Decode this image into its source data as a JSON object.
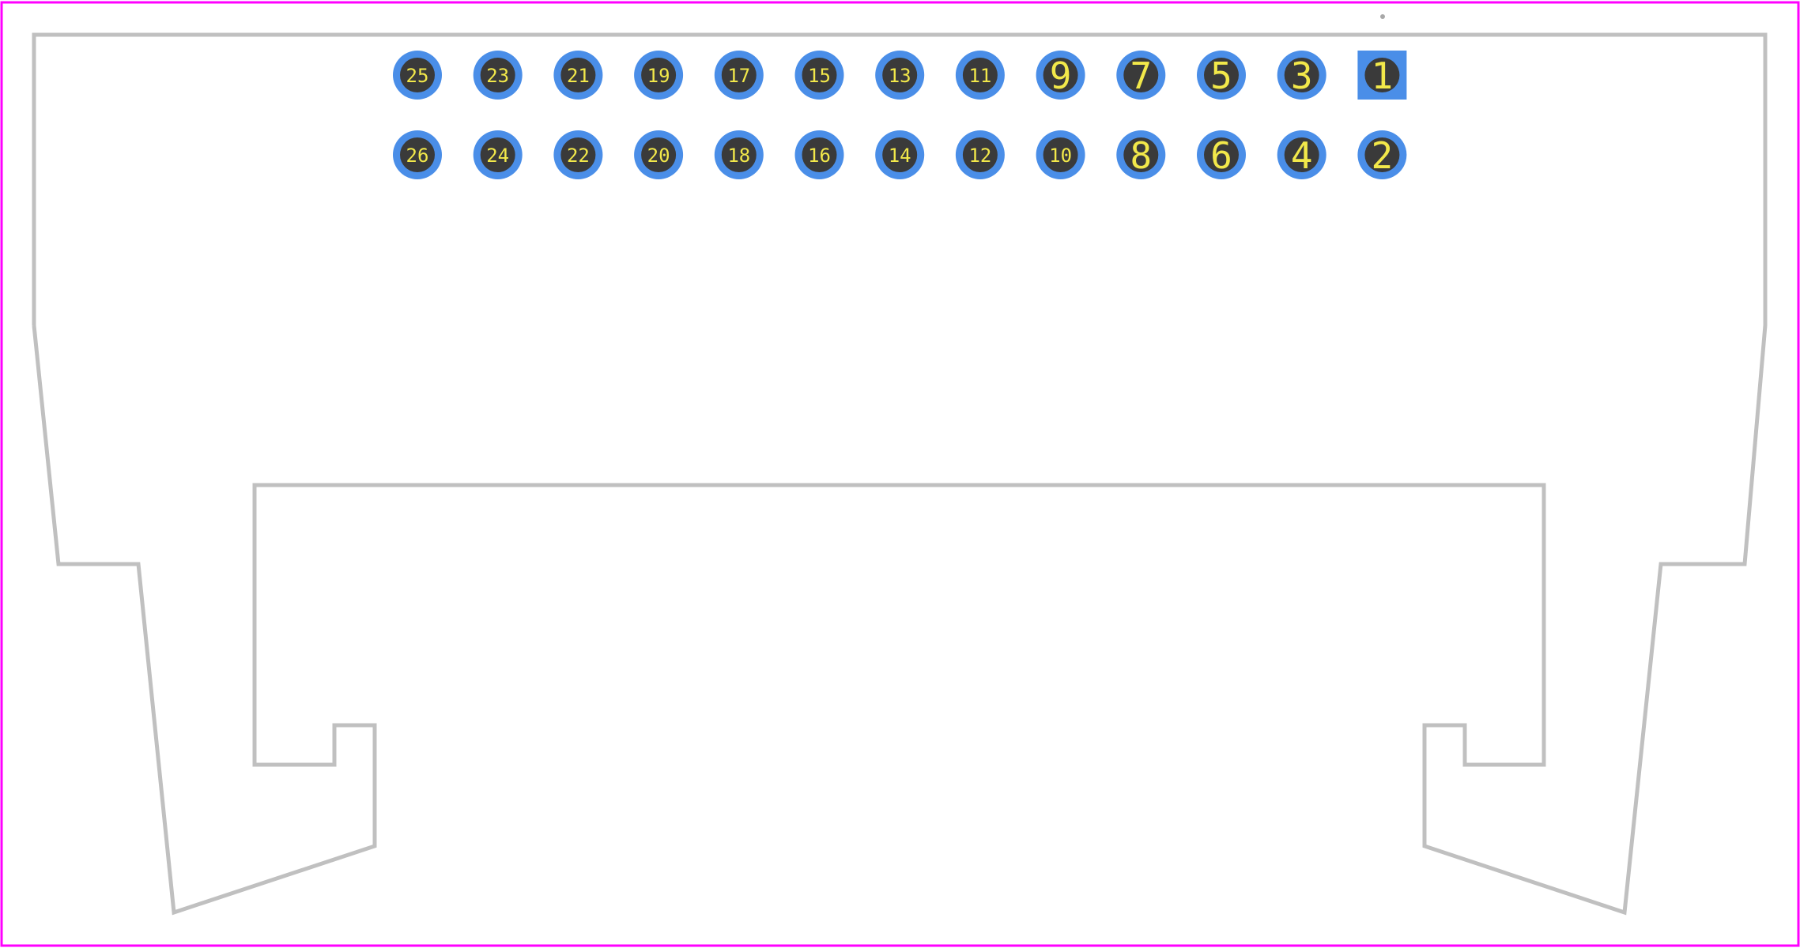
{
  "footprint": {
    "pins_top_row": [
      {
        "number": "25",
        "shape": "round"
      },
      {
        "number": "23",
        "shape": "round"
      },
      {
        "number": "21",
        "shape": "round"
      },
      {
        "number": "19",
        "shape": "round"
      },
      {
        "number": "17",
        "shape": "round"
      },
      {
        "number": "15",
        "shape": "round"
      },
      {
        "number": "13",
        "shape": "round"
      },
      {
        "number": "11",
        "shape": "round"
      },
      {
        "number": "9",
        "shape": "round"
      },
      {
        "number": "7",
        "shape": "round"
      },
      {
        "number": "5",
        "shape": "round"
      },
      {
        "number": "3",
        "shape": "round"
      },
      {
        "number": "1",
        "shape": "square"
      }
    ],
    "pins_bottom_row": [
      {
        "number": "26",
        "shape": "round"
      },
      {
        "number": "24",
        "shape": "round"
      },
      {
        "number": "22",
        "shape": "round"
      },
      {
        "number": "20",
        "shape": "round"
      },
      {
        "number": "18",
        "shape": "round"
      },
      {
        "number": "16",
        "shape": "round"
      },
      {
        "number": "14",
        "shape": "round"
      },
      {
        "number": "12",
        "shape": "round"
      },
      {
        "number": "10",
        "shape": "round"
      },
      {
        "number": "8",
        "shape": "round"
      },
      {
        "number": "6",
        "shape": "round"
      },
      {
        "number": "4",
        "shape": "round"
      },
      {
        "number": "2",
        "shape": "round"
      }
    ],
    "colors": {
      "border": "#ff00ff",
      "outline": "#c0c0c0",
      "pad": "#4a8ee8",
      "drill": "#3a3a3a",
      "label": "#f2e84a",
      "marker": "#a8a8a8"
    }
  }
}
